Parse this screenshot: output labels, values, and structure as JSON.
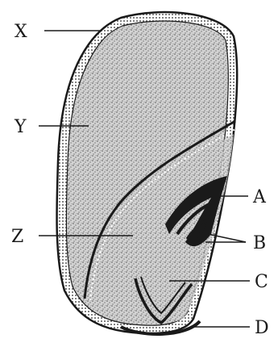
{
  "labels": {
    "x": "X",
    "y": "Y",
    "z": "Z",
    "a": "A",
    "b": "B",
    "c": "C",
    "d": "D"
  },
  "colors": {
    "ink": "#1a1a1a",
    "stipple": "#6e6e6e",
    "background": "#ffffff"
  }
}
